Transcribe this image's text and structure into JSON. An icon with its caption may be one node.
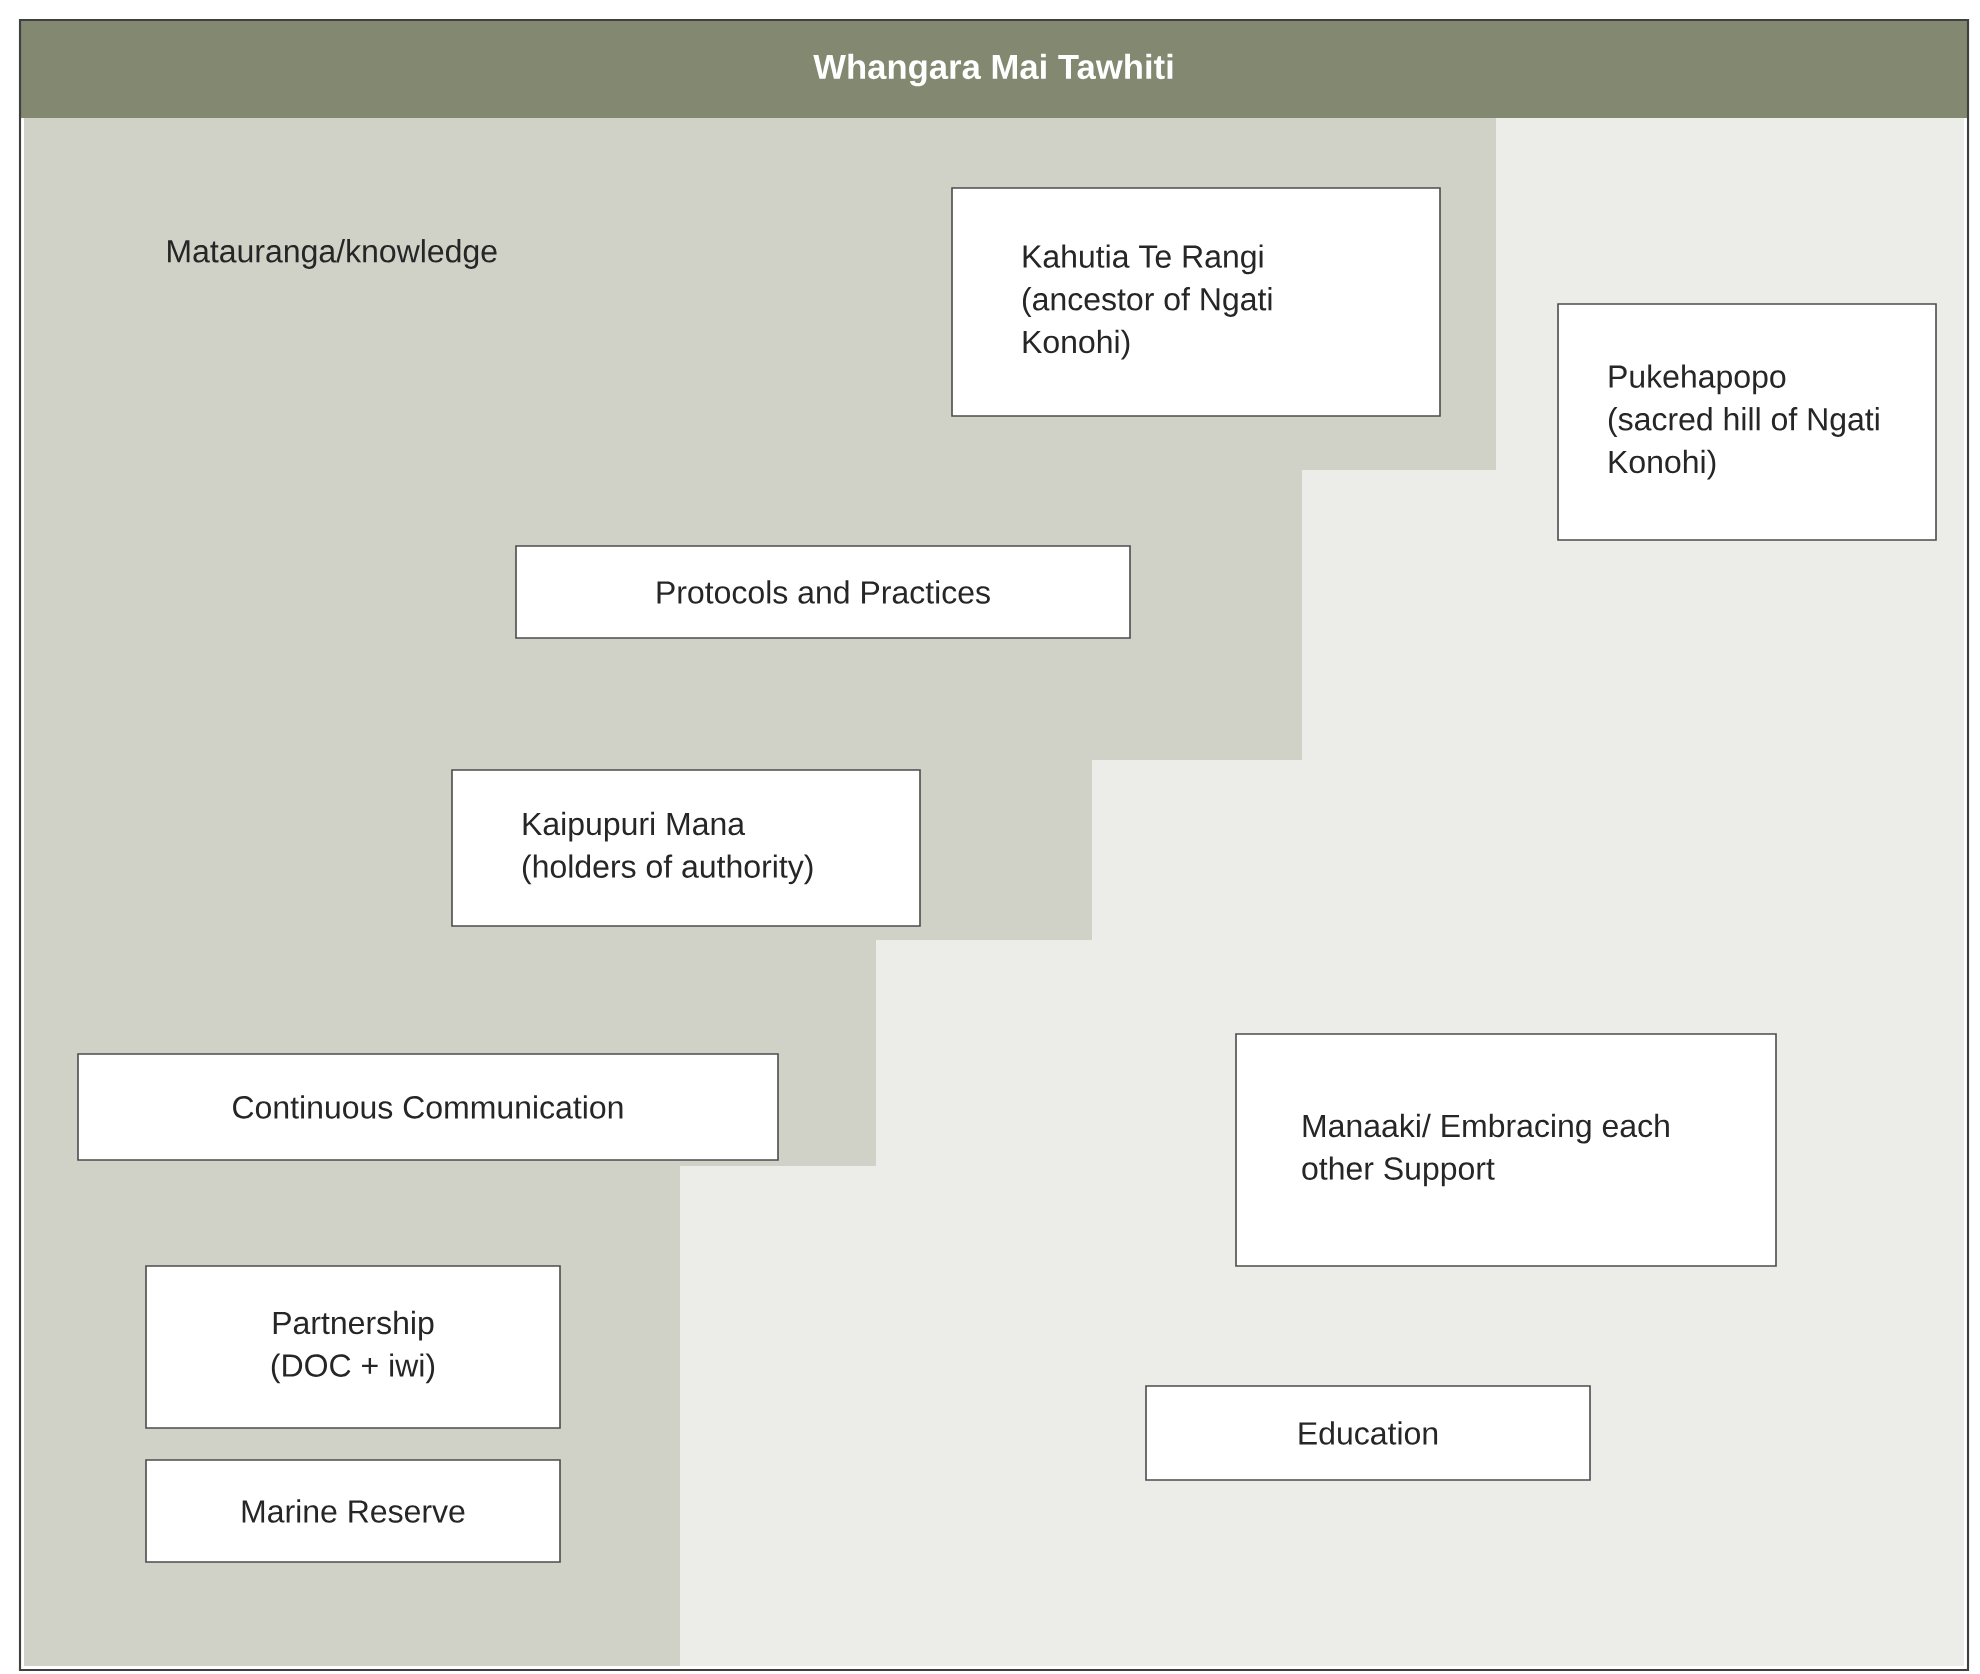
{
  "diagram": {
    "title": "Whangara Mai Tawhiti",
    "nodes": [
      {
        "text": [
          "Matauranga/knowledge"
        ]
      },
      {
        "text": [
          "Kahutia Te Rangi (ancestor of Ngati Konohi)"
        ],
        "in": 0
      },
      {
        "text": [
          "Pukehapopo (sacred hill of Ngati Konohi)"
        ]
      },
      {
        "text": [
          "Protocols and Practices"
        ],
        "in": 0
      },
      {
        "text": [
          "Kaipupuri Mana (holders of authority)"
        ],
        "in": 0
      },
      {
        "text": [
          "Continuous Communication"
        ],
        "in": 0
      },
      {
        "text": [
          "Manaaki/ Embracing each other Support"
        ]
      },
      {
        "text": [
          "Partnership (DOC + iwi)"
        ],
        "in": 0
      },
      {
        "text": [
          "Marine Reserve"
        ],
        "in": 0
      },
      {
        "text": [
          "Education"
        ]
      }
    ],
    "edges": []
  }
}
